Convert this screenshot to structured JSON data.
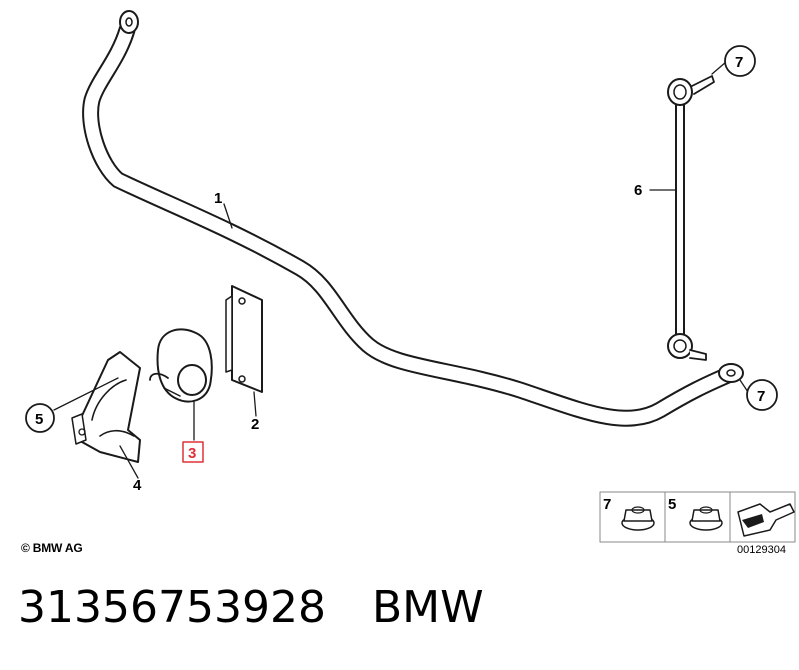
{
  "callouts": {
    "c1": "1",
    "c2": "2",
    "c3": "3",
    "c4": "4",
    "c5": "5",
    "c6": "6",
    "c7_top": "7",
    "c7_bottom": "7"
  },
  "hardware_legend": {
    "nut_a_label": "7",
    "nut_b_label": "5",
    "diagram_code": "00129304"
  },
  "copyright": "© BMW AG",
  "footer": {
    "part_number": "31356753928",
    "brand": "BMW"
  },
  "colors": {
    "highlight": "#e0303a",
    "line": "#1a1a1a"
  }
}
